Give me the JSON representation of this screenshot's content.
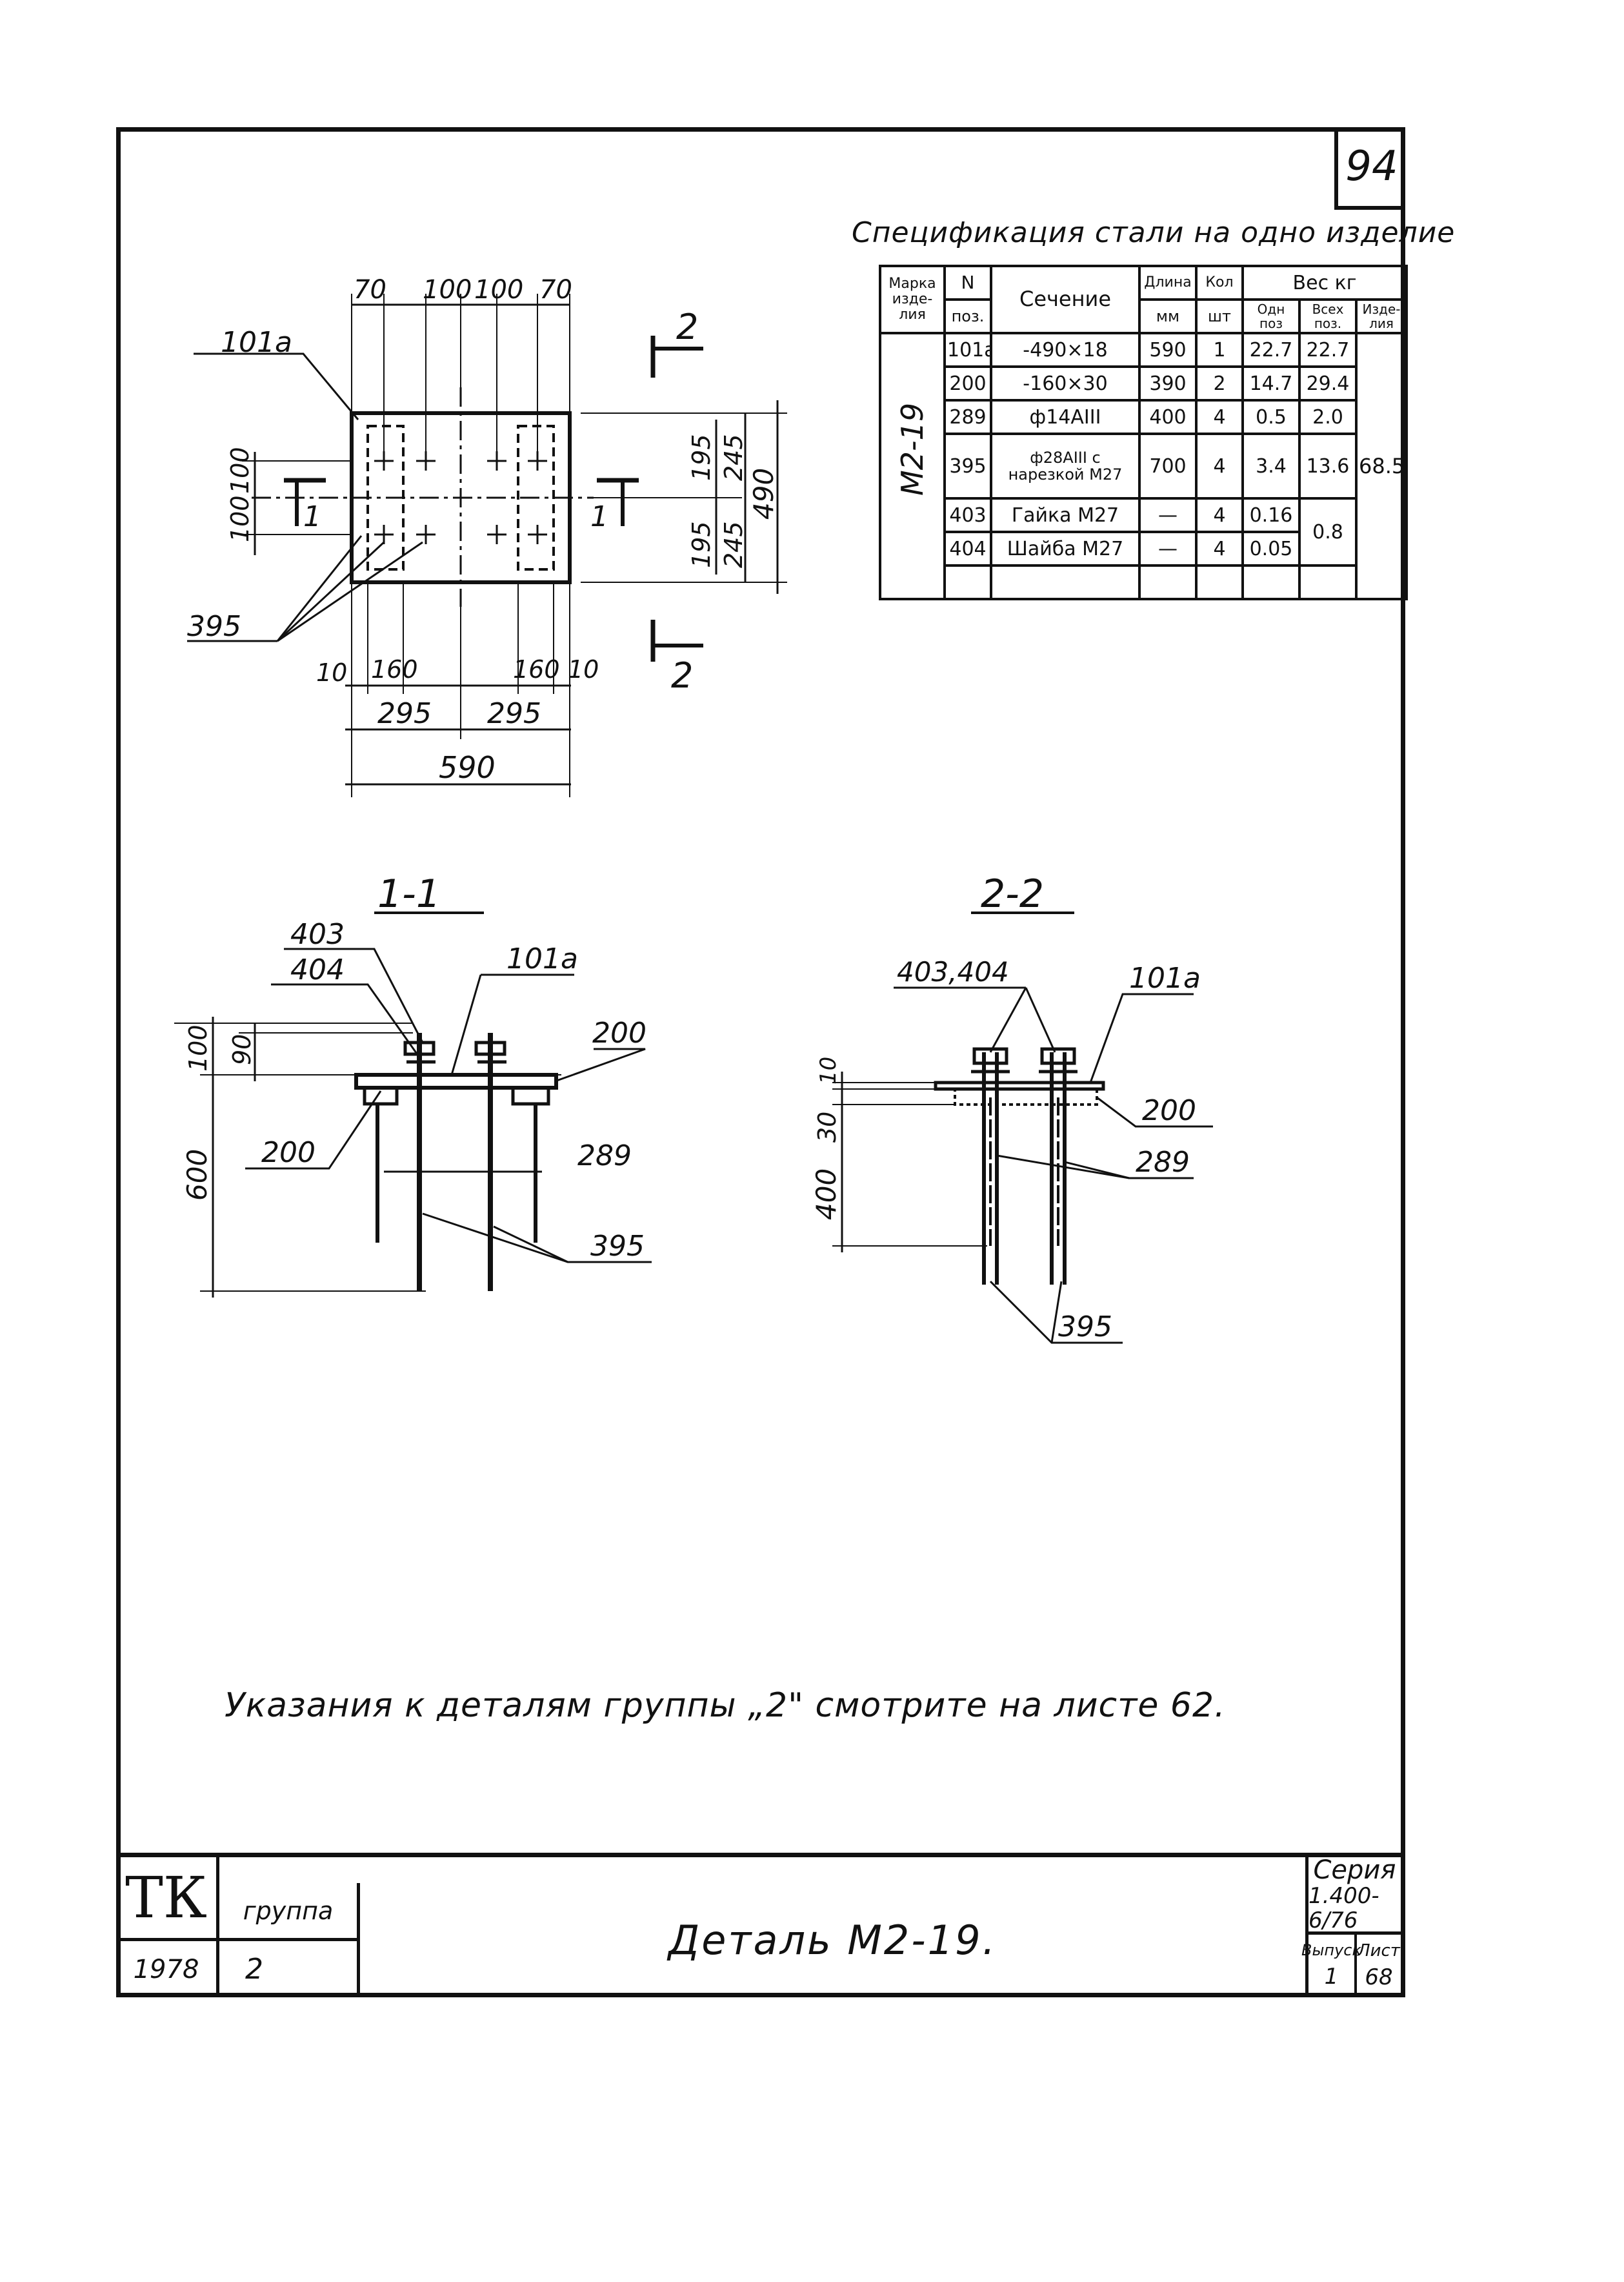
{
  "sheet_number": "94",
  "spec": {
    "title": "Спецификация стали на одно изделие",
    "headers": {
      "mark": "Марка изде-лия",
      "pos": "N",
      "pos_sub": "поз.",
      "section": "Сечение",
      "length": "Длина",
      "length_unit": "мм",
      "qty": "Кол",
      "qty_unit": "шт",
      "weight": "Вес кг",
      "weight_one": "Одн поз",
      "weight_all": "Всех поз.",
      "weight_item": "Изде-лия"
    },
    "item_mark": "М2-19",
    "item_total": "68.5",
    "rows": [
      {
        "pos": "101а",
        "section": "-490×18",
        "length": "590",
        "qty": "1",
        "w_one": "22.7",
        "w_all": "22.7"
      },
      {
        "pos": "200",
        "section": "-160×30",
        "length": "390",
        "qty": "2",
        "w_one": "14.7",
        "w_all": "29.4"
      },
      {
        "pos": "289",
        "section": "ф14АIII",
        "length": "400",
        "qty": "4",
        "w_one": "0.5",
        "w_all": "2.0"
      },
      {
        "pos": "395",
        "section": "ф28АIII с нарезкой М27",
        "length": "700",
        "qty": "4",
        "w_one": "3.4",
        "w_all": "13.6"
      },
      {
        "pos": "403",
        "section": "Гайка М27",
        "length": "—",
        "qty": "4",
        "w_one": "0.16",
        "w_all": "0.8"
      },
      {
        "pos": "404",
        "section": "Шайба М27",
        "length": "—",
        "qty": "4",
        "w_one": "0.05",
        "w_all": ""
      }
    ]
  },
  "plan": {
    "dims_top": [
      "70",
      "100",
      "100",
      "70"
    ],
    "dims_right": [
      "195",
      "245",
      "195",
      "245",
      "490"
    ],
    "dims_left": [
      "100",
      "100"
    ],
    "dims_bottom_small": [
      "10",
      "160",
      "160",
      "10"
    ],
    "dims_bottom_mid": [
      "295",
      "295"
    ],
    "dim_total": "590",
    "label_plate": "101а",
    "label_bolts": "395",
    "section_marks": [
      "1",
      "1",
      "2",
      "2"
    ]
  },
  "section1": {
    "title": "1-1",
    "labels": [
      "403",
      "404",
      "101а",
      "200",
      "200",
      "289",
      "395"
    ],
    "dims": [
      "100",
      "90",
      "600"
    ]
  },
  "section2": {
    "title": "2-2",
    "labels": [
      "403,404",
      "101а",
      "200",
      "289",
      "395"
    ],
    "dims": [
      "10",
      "30",
      "400"
    ]
  },
  "note": "Указания к деталям группы „2\" смотрите на листе 62.",
  "title_block": {
    "org": "ТК",
    "group_label": "группа",
    "year": "1978",
    "group": "2",
    "title": "Деталь М2-19.",
    "series_label": "Серия",
    "series": "1.400-6/76",
    "issue_label": "Выпуск",
    "issue": "1",
    "sheet_label": "Лист",
    "sheet": "68"
  }
}
